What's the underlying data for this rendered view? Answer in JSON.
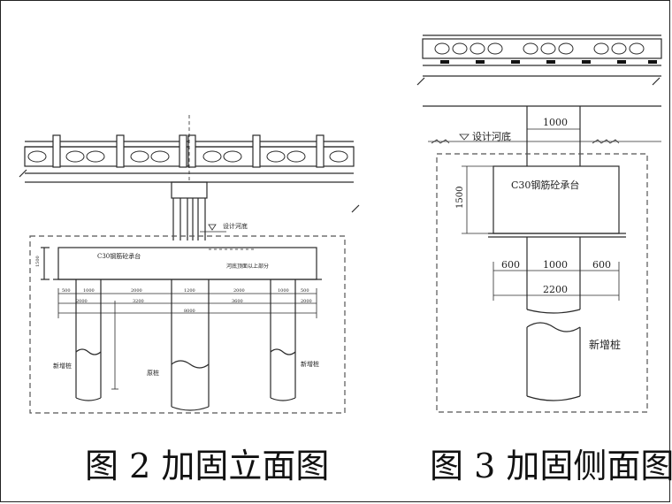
{
  "captions": {
    "left": "图 2 加固立面图",
    "right": "图 3 加固侧面图"
  },
  "left_drawing": {
    "cap_label": "C30钢筋砼承台",
    "design_bed": "设计河底",
    "scour_label": "河底顶面以上部分",
    "new_pile_left": "新增桩",
    "new_pile_right": "新增桩",
    "orig_pile": "原桩",
    "height": "1500",
    "dims_row1": [
      "500",
      "1000",
      "2000",
      "1200",
      "2000",
      "1000",
      "500"
    ],
    "dims_row2": [
      "2000",
      "3200",
      "3600",
      "2000"
    ],
    "dims_total": "8000"
  },
  "right_drawing": {
    "cap_label": "C30钢筋砼承台",
    "design_bed": "设计河底",
    "width_top": "1000",
    "height": "1500",
    "dim_a": "600",
    "dim_b": "1000",
    "dim_c": "600",
    "dim_total": "2200",
    "new_pile": "新增桩"
  },
  "colors": {
    "line": "#2a2a2a",
    "dashed": "#555555",
    "background": "#ffffff"
  }
}
